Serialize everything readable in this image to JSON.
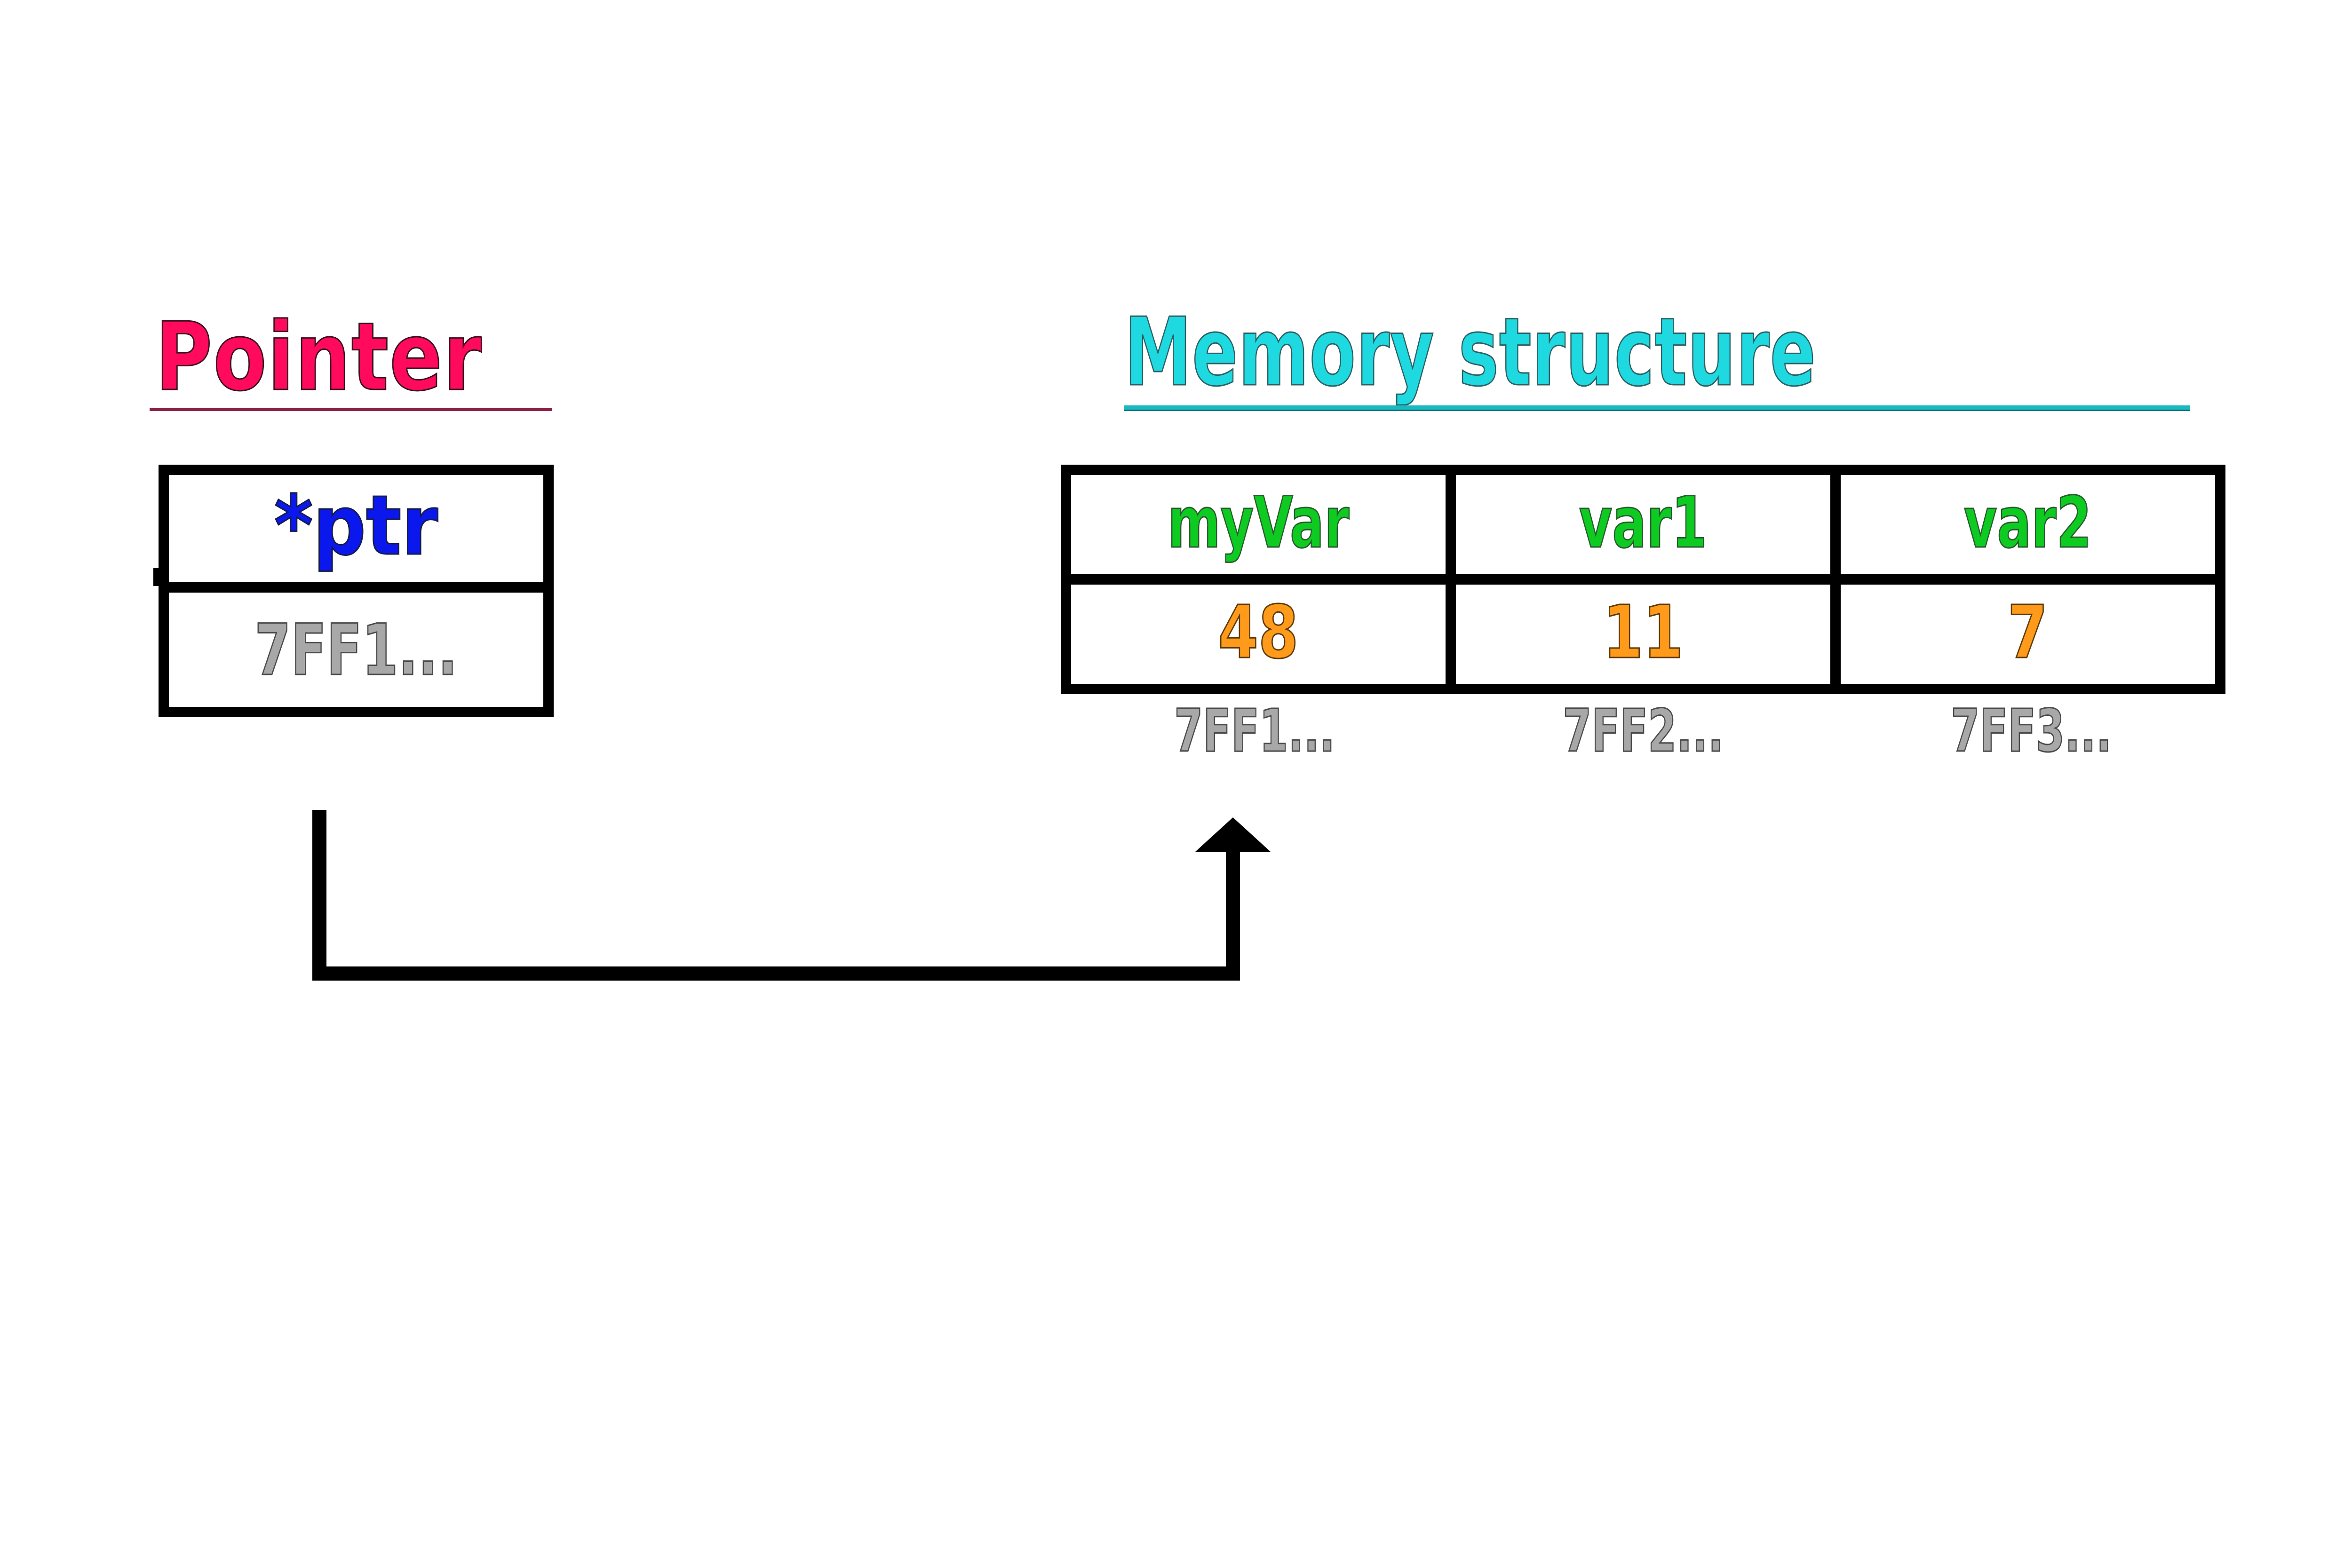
{
  "diagram": {
    "title_pointer": "Pointer",
    "title_memory": "Memory structure"
  },
  "pointer": {
    "name": "*ptr",
    "address_value": "7FF1..."
  },
  "memory": {
    "cells": [
      {
        "name": "myVar",
        "value": "48",
        "address": "7FF1..."
      },
      {
        "name": "var1",
        "value": "11",
        "address": "7FF2..."
      },
      {
        "name": "var2",
        "value": "7",
        "address": "7FF3..."
      }
    ]
  },
  "arrow": {
    "label": "pointer-to-myvar-arrow"
  },
  "colors": {
    "pointer_title": "#ff0a5c",
    "memory_title": "#1ed9e0",
    "pointer_name": "#0a18ee",
    "variable_name": "#0ecb22",
    "variable_value": "#ff9a1a",
    "address": "#a8a8a8",
    "border": "#000000",
    "background": "#ffffff"
  }
}
